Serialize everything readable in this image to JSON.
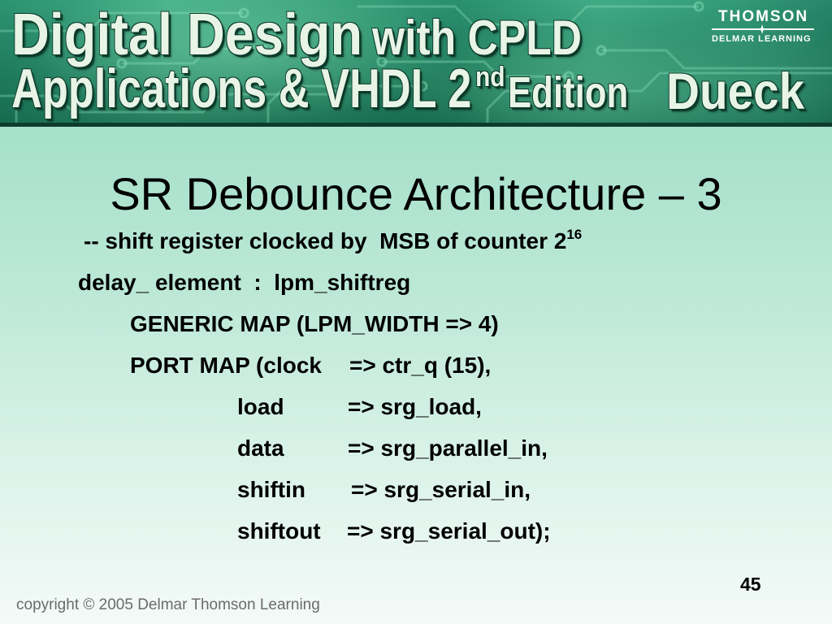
{
  "banner": {
    "line1": {
      "main": "Digital Design",
      "suffix": "with CPLD"
    },
    "line2": {
      "main": "Applications & VHDL 2",
      "superscript": "nd",
      "suffix": "Edition"
    },
    "author": "Dueck",
    "publisher_logo": {
      "name": "THOMSON",
      "icon": "star-icon",
      "tagline": "DELMAR LEARNING"
    }
  },
  "slide": {
    "title": "SR Debounce Architecture – 3",
    "code": {
      "comment": {
        "text": "-- shift register clocked by  MSB of counter 2",
        "superscript": "16"
      },
      "declaration": "delay_ element  :  lpm_shiftreg",
      "generic_map": "GENERIC MAP (LPM_WIDTH => 4)",
      "port_map": {
        "label": "PORT MAP (clock",
        "value": "=> ctr_q (15),"
      },
      "port_assignments": [
        {
          "port": "load",
          "value": "=> srg_load,"
        },
        {
          "port": "data",
          "value": "=> srg_parallel_in,"
        },
        {
          "port": "shiftin",
          "value": "=> srg_serial_in,"
        },
        {
          "port": "shiftout",
          "value": "=> srg_serial_out);"
        }
      ]
    },
    "page_number": "45"
  },
  "footer": {
    "copyright": "copyright © 2005 Delmar Thomson Learning"
  },
  "colors": {
    "banner_background": "#2a9872",
    "banner_text": "#e8f4e6",
    "banner_text_outline": "#0b3a2a",
    "banner_border": "#0f3b2c",
    "slide_background_top": "#a5e0ca",
    "slide_background_bottom": "#f4faf7",
    "body_text": "#000000",
    "footer_text": "#6b6b6b"
  }
}
